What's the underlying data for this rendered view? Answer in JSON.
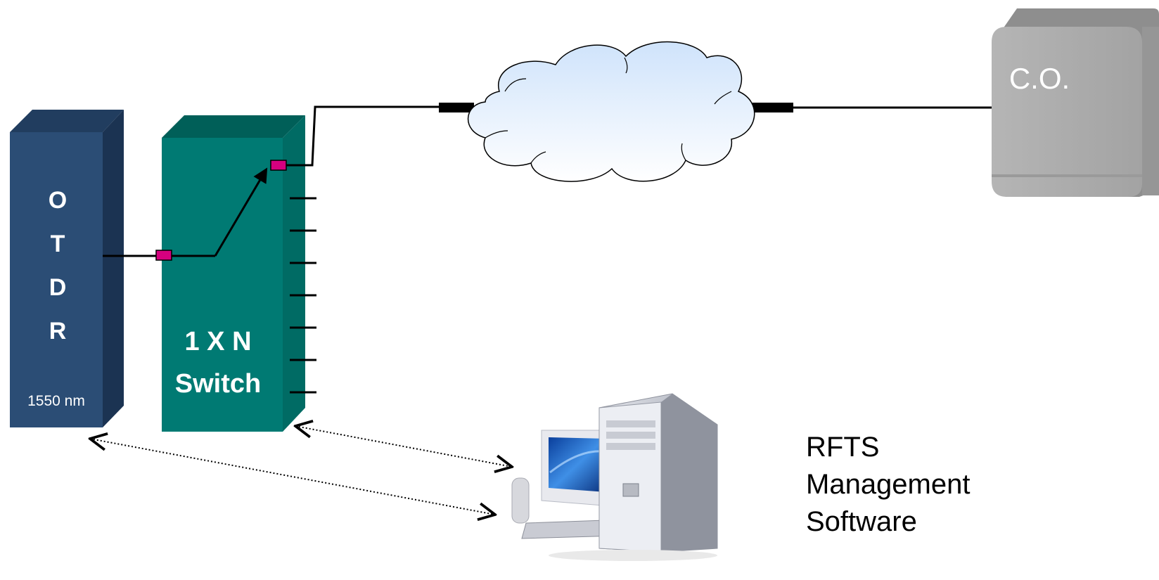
{
  "otdr": {
    "letters": [
      "O",
      "T",
      "D",
      "R"
    ],
    "wavelength": "1550 nm",
    "color": "#2b4d75"
  },
  "switch": {
    "line1": "1 X N",
    "line2": "Switch",
    "color": "#007a73"
  },
  "central_office": {
    "label": "C.O.",
    "color": "#a8a8a8"
  },
  "software": {
    "lines": [
      "RFTS",
      "Management",
      "Software"
    ]
  },
  "connector_color": "#d6007f",
  "icons": [
    "otdr-box-icon",
    "switch-box-icon",
    "network-cloud-icon",
    "central-office-icon",
    "computer-icon"
  ]
}
